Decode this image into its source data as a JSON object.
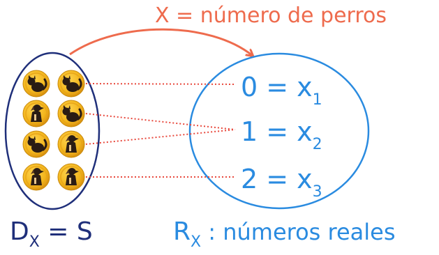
{
  "mapping_label": "X = número de perros",
  "domain_label": {
    "main": "D",
    "sub": "X",
    "rest": " = S"
  },
  "range_label": {
    "main": "R",
    "sub": "X",
    "rest": " : números reales"
  },
  "values": [
    {
      "text": "0 = x",
      "sub": "1"
    },
    {
      "text": "1 = x",
      "sub": "2"
    },
    {
      "text": "2 = x",
      "sub": "3"
    }
  ],
  "sample_space": [
    [
      "cat",
      "cat"
    ],
    [
      "dog",
      "cat"
    ],
    [
      "cat",
      "dog"
    ],
    [
      "dog",
      "dog"
    ]
  ],
  "row_to_value": [
    0,
    1,
    1,
    2
  ],
  "colors": {
    "orange": "#ee6b4d",
    "blue": "#2a8be0",
    "dark_blue": "#1f2f7a",
    "coin": "#f2b51c",
    "coin_inner": "#ffd34d",
    "animal": "#2a1c14",
    "dotted": "#e8483c"
  },
  "icons": [
    "cat-icon",
    "dog-icon"
  ]
}
